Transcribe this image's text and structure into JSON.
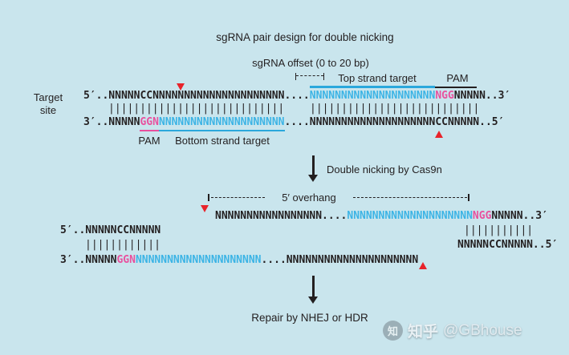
{
  "colors": {
    "background": "#c9e5ed",
    "text": "#231f20",
    "seq_blue": "#3cb4e5",
    "pam_pink": "#e9509e",
    "nick_red": "#e8232a",
    "target_line_blue": "#2aa8dc"
  },
  "title": "sgRNA pair design for double nicking",
  "offset_label": "sgRNA offset (0 to 20 bp)",
  "top_strand_target_label": "Top strand target",
  "pam_label": "PAM",
  "target_site_label": "Target site",
  "duplex1": {
    "top": {
      "left": "5′..NNNNNCCNNNNNNNNNNNNNNNNNNNNN....",
      "blue": "NNNNNNNNNNNNNNNNNNNN",
      "pam": "NGG",
      "right": "NNNNN..3′"
    },
    "pairs_left": "||||||||||||||||||||||||||||",
    "pairs_right": "|||||||||||||||||||||||||||",
    "bottom": {
      "left": "3′..NNNNN",
      "pam": "GGN",
      "blue": "NNNNNNNNNNNNNNNNNNNN",
      "right": "....NNNNNNNNNNNNNNNNNNNNCCNNNNN..5′"
    },
    "pam_label": "PAM",
    "bottom_strand_target_label": "Bottom strand target"
  },
  "step1_label": "Double nicking by Cas9n",
  "overhang_label": "5′ overhang",
  "duplex2": {
    "top_right": {
      "left": "NNNNNNNNNNNNNNNNN....",
      "blue": "NNNNNNNNNNNNNNNNNNNN",
      "pam": "NGG",
      "right": "NNNNN..3′"
    },
    "top_left_fragment": "5′..NNNNNCCNNNNN",
    "pairs_left": "||||||||||||",
    "pairs_right": "|||||||||||",
    "bottom_right_fragment": "NNNNNCCNNNNN..5′",
    "bottom_left": {
      "left": "3′..NNNNN",
      "pam": "GGN",
      "blue": "NNNNNNNNNNNNNNNNNNNN",
      "right": "....NNNNNNNNNNNNNNNNNNNNN"
    }
  },
  "step2_label": "Repair by NHEJ or HDR",
  "watermark": {
    "logo_glyph": "知",
    "brand": "知乎",
    "handle": "@GBhouse"
  }
}
